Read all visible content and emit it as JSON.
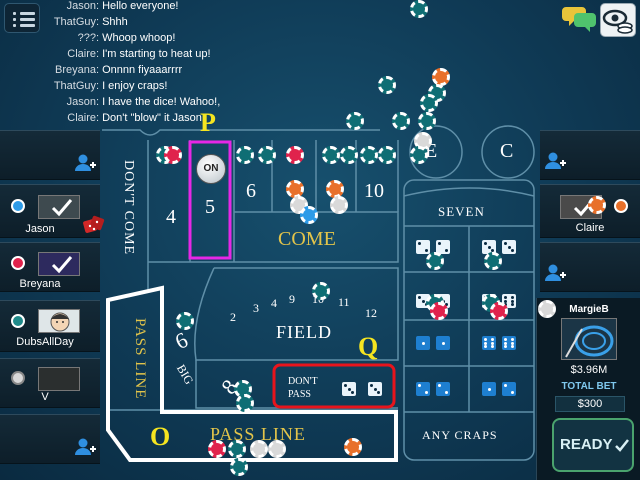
{
  "chat": [
    {
      "name": "Jason",
      "msg": "Hello everyone!"
    },
    {
      "name": "ThatGuy",
      "msg": "Shhh"
    },
    {
      "name": "???",
      "msg": "Whoop whoop!"
    },
    {
      "name": "Claire",
      "msg": "I'm starting to heat up!"
    },
    {
      "name": "Breyana",
      "msg": "Onnnn fiyaaarrrr"
    },
    {
      "name": "ThatGuy",
      "msg": "I enjoy craps!"
    },
    {
      "name": "Jason",
      "msg": "I have the dice! Wahoo!,"
    },
    {
      "name": "Claire",
      "msg": "Don't \"blow\" it Jason!"
    }
  ],
  "chat_sep": ":",
  "players_left": [
    {
      "name": "Jason"
    },
    {
      "name": "Breyana"
    },
    {
      "name": "DubsAllDay"
    },
    {
      "name": "V"
    }
  ],
  "players_right": [
    {
      "name": "Claire"
    }
  ],
  "current_player": {
    "name": "MargieB",
    "balance": "$3.96M",
    "total_bet_label": "TOTAL BET",
    "total_bet": "$300",
    "ready_label": "READY"
  },
  "table": {
    "dont_come": "DON'T COME",
    "come": "COME",
    "field": "FIELD",
    "field_numbers": [
      "2",
      "3",
      "4",
      "9",
      "10",
      "11",
      "12"
    ],
    "pass_line_vertical": "PASS LINE",
    "pass_line": "PASS LINE",
    "dont_pass_line1": "DON'T",
    "dont_pass_line2": "PASS",
    "big": "BIG",
    "big6": "6",
    "big8": "8",
    "seven": "SEVEN",
    "any_craps": "ANY CRAPS",
    "point_numbers": [
      "4",
      "5",
      "6",
      "10"
    ],
    "puck": "ON",
    "e_label": "E",
    "c_label": "C"
  },
  "annotations": {
    "p": "P",
    "q": "Q",
    "o": "O"
  },
  "colors": {
    "felt": "#0f3a55",
    "gold_text": "#e2c44a",
    "annotation_magenta": "#e627e6",
    "annotation_red": "#e8141c",
    "annotation_white": "#ffffff",
    "annotation_label": "#f5e520",
    "ready_border": "#4aa36d"
  },
  "icons": [
    "menu-icon",
    "chat-bubbles-icon",
    "eye-chips-icon",
    "add-player-icon",
    "check-icon",
    "dice-icon"
  ]
}
